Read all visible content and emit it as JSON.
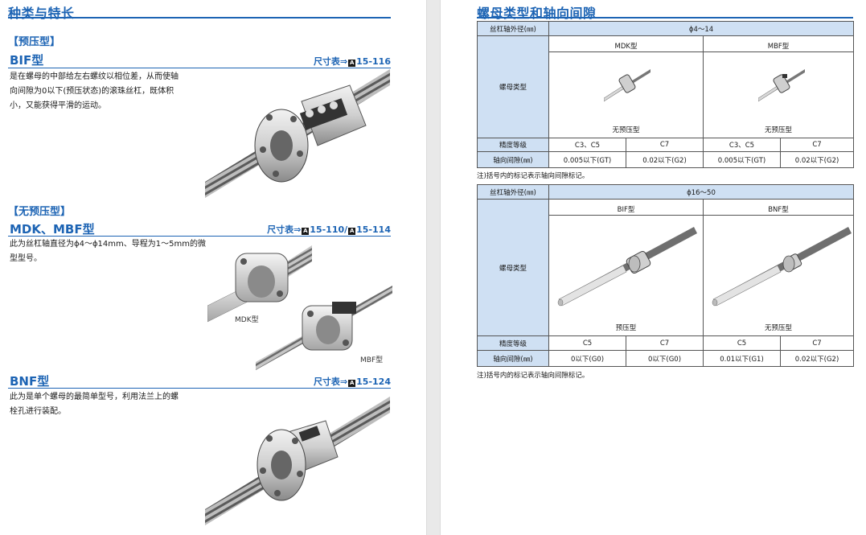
{
  "left": {
    "section_title": "种类与特长",
    "preload": {
      "bracket": "【预压型】",
      "bif": {
        "model": "BIF型",
        "ref_prefix": "尺寸表⇒",
        "ref_mark": "A",
        "ref_page": "15-116",
        "desc_lines": [
          "是在螺母的中部给左右螺纹以相位差，从而使轴",
          "向间隙为0以下(预压状态)的滚珠丝杠，既体积",
          "小，又能获得平滑的运动。"
        ]
      }
    },
    "nopreload": {
      "bracket": "【无预压型】",
      "mdk": {
        "model": "MDK、MBF型",
        "ref_prefix": "尺寸表⇒",
        "ref_mark1": "A",
        "ref_page1": "15-110/",
        "ref_mark2": "A",
        "ref_page2": "15-114",
        "desc_lines": [
          "此为丝杠轴直径为ϕ4～ϕ14mm、导程为1～5mm的微",
          "型型号。"
        ],
        "fig_mdk": "MDK型",
        "fig_mbf": "MBF型"
      },
      "bnf": {
        "model": "BNF型",
        "ref_prefix": "尺寸表⇒",
        "ref_mark": "A",
        "ref_page": "15-124",
        "desc_lines": [
          "此为是单个螺母的最简单型号，利用法兰上的螺",
          "栓孔进行装配。"
        ]
      }
    }
  },
  "right": {
    "section_title": "螺母类型和轴向间隙",
    "table1": {
      "header_label": "丝杠轴外径(㎜)",
      "header_value": "ϕ4～14",
      "row_label_type": "螺母类型",
      "col1_name": "MDK型",
      "col2_name": "MBF型",
      "col1_caption": "无预压型",
      "col2_caption": "无预压型",
      "row_label_grade": "精度等级",
      "grade": [
        "C3、C5",
        "C7",
        "C3、C5",
        "C7"
      ],
      "row_label_gap": "轴向间隙(㎜)",
      "gap": [
        "0.005以下(GT)",
        "0.02以下(G2)",
        "0.005以下(GT)",
        "0.02以下(G2)"
      ],
      "note": "注)括号内的标记表示轴向间隙标记。"
    },
    "table2": {
      "header_label": "丝杠轴外径(㎜)",
      "header_value": "ϕ16～50",
      "row_label_type": "螺母类型",
      "col1_name": "BIF型",
      "col2_name": "BNF型",
      "col1_caption": "预压型",
      "col2_caption": "无预压型",
      "row_label_grade": "精度等级",
      "grade": [
        "C5",
        "C7",
        "C5",
        "C7"
      ],
      "row_label_gap": "轴向间隙(㎜)",
      "gap": [
        "0以下(G0)",
        "0以下(G0)",
        "0.01以下(G1)",
        "0.02以下(G2)"
      ],
      "note": "注)括号内的标记表示轴向间隙标记。"
    }
  },
  "colors": {
    "accent": "#1d64b4",
    "header_fill": "#cfe0f3",
    "gutter": "#e9e9e9"
  }
}
